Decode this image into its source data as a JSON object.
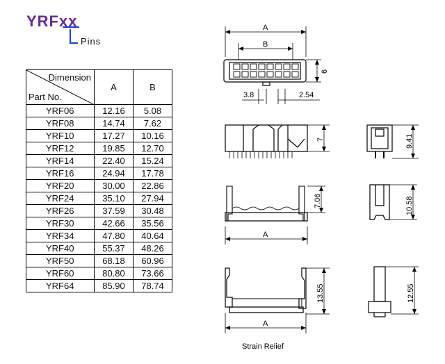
{
  "title": "YRFxx",
  "pins_label": "Pins",
  "table": {
    "header_dimension": "Dimension",
    "header_part_no": "Part No.",
    "col_a": "A",
    "col_b": "B",
    "rows": [
      {
        "part": "YRF06",
        "a": "12.16",
        "b": "5.08"
      },
      {
        "part": "YRF08",
        "a": "14.74",
        "b": "7.62"
      },
      {
        "part": "YRF10",
        "a": "17.27",
        "b": "10.16"
      },
      {
        "part": "YRF12",
        "a": "19.85",
        "b": "12.70"
      },
      {
        "part": "YRF14",
        "a": "22.40",
        "b": "15.24"
      },
      {
        "part": "YRF16",
        "a": "24.94",
        "b": "17.78"
      },
      {
        "part": "YRF20",
        "a": "30.00",
        "b": "22.86"
      },
      {
        "part": "YRF24",
        "a": "35.10",
        "b": "27.94"
      },
      {
        "part": "YRF26",
        "a": "37.59",
        "b": "30.48"
      },
      {
        "part": "YRF30",
        "a": "42.66",
        "b": "35.56"
      },
      {
        "part": "YRF34",
        "a": "47.80",
        "b": "40.64"
      },
      {
        "part": "YRF40",
        "a": "55.37",
        "b": "48.26"
      },
      {
        "part": "YRF50",
        "a": "68.18",
        "b": "60.96"
      },
      {
        "part": "YRF60",
        "a": "80.80",
        "b": "73.66"
      },
      {
        "part": "YRF64",
        "a": "85.90",
        "b": "78.74"
      }
    ]
  },
  "drawing": {
    "top_view": {
      "dim_a": "A",
      "dim_b": "B",
      "height": "6",
      "pitch_left": "3.8",
      "pitch_right": "2.54"
    },
    "front_view": {
      "height": "7"
    },
    "side_view_1": {
      "height": "9.41"
    },
    "front_view_2": {
      "height": "7.06",
      "dim_a": "A"
    },
    "side_view_2": {
      "height": "10.58"
    },
    "front_view_3": {
      "height": "13.55",
      "dim_a": "A"
    },
    "side_view_3": {
      "height": "12.55"
    },
    "caption": "Strain Relief"
  }
}
